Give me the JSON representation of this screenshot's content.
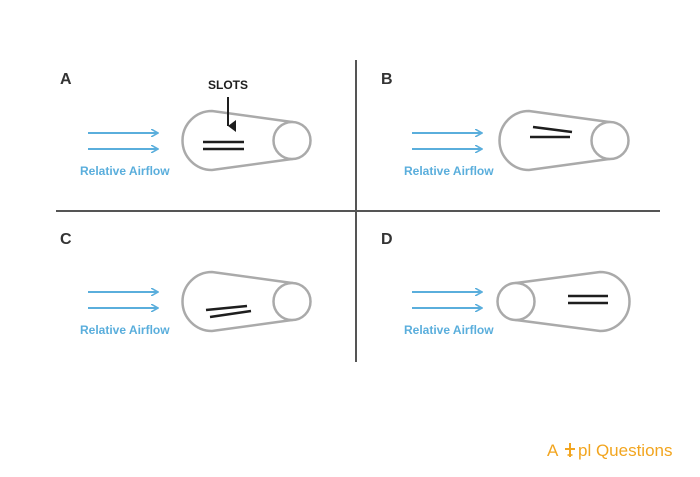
{
  "quadrants": [
    {
      "label": "A",
      "airflow_label": "Relative Airflow"
    },
    {
      "label": "B",
      "airflow_label": "Relative Airflow"
    },
    {
      "label": "C",
      "airflow_label": "Relative Airflow"
    },
    {
      "label": "D",
      "airflow_label": "Relative Airflow"
    }
  ],
  "callout": {
    "text": "SLOTS"
  },
  "branding": {
    "before": "A",
    "after": "pl Questions",
    "color": "#f2a51f"
  },
  "colors": {
    "airflow": "#5aaedc",
    "outline": "#aaaaaa",
    "divider": "#555555",
    "slot": "#1e1e1e"
  }
}
